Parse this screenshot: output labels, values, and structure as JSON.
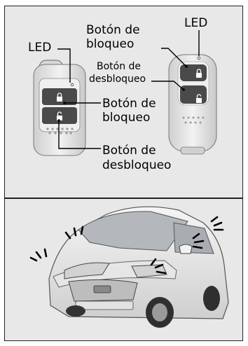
{
  "labels": {
    "led_right": "LED",
    "lock_right_1": "Botón de",
    "lock_right_2": "bloqueo",
    "unlock_right_1": "Botón de",
    "unlock_right_2": "desbloqueo",
    "led_left": "LED",
    "lock_left_1": "Botón de",
    "lock_left_2": "bloqueo",
    "unlock_left_1": "Botón de",
    "unlock_left_2": "desbloqueo"
  },
  "colors": {
    "panel_bg": "#e8e8e8",
    "fob_body": "#dcdcdc",
    "button_dark": "#4a4a4a",
    "line": "#000000"
  },
  "icons": {
    "lock_button": "padlock-closed-icon",
    "unlock_button": "padlock-open-icon",
    "car_flash": "flash-indicator-icon"
  }
}
